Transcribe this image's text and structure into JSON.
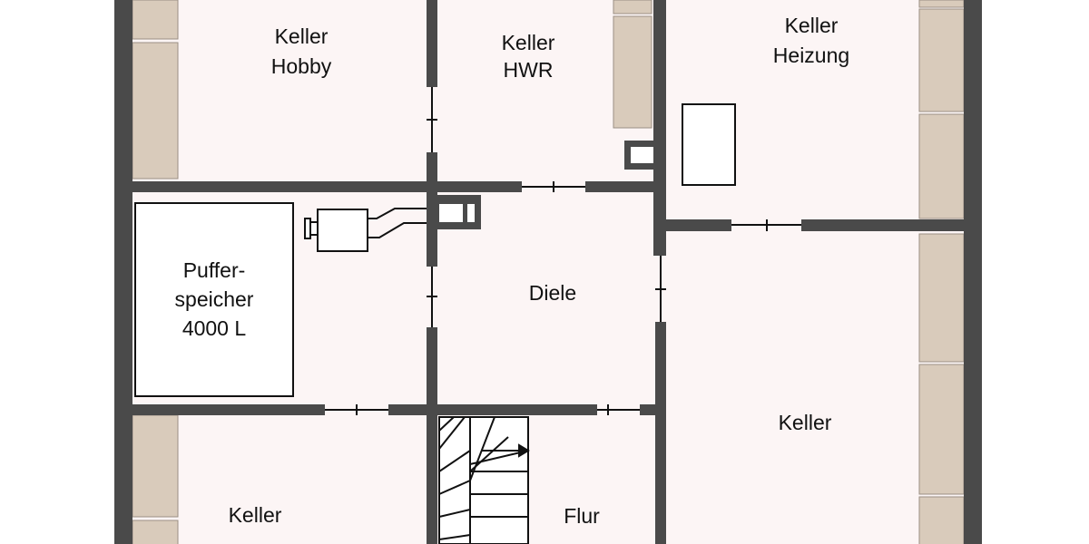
{
  "colors": {
    "wall": "#4a4a4a",
    "room_fill": "#fcf5f5",
    "shelf_fill": "#d9cbbb",
    "fixture_fill": "#ffffff"
  },
  "rooms": {
    "keller_hobby": {
      "line1": "Keller",
      "line2": "Hobby"
    },
    "keller_hwr": {
      "line1": "Keller",
      "line2": "HWR"
    },
    "keller_heizung": {
      "line1": "Keller",
      "line2": "Heizung"
    },
    "puffer": {
      "line1": "Puffer-",
      "line2": "speicher",
      "line3": "4000 L"
    },
    "diele": {
      "label": "Diele"
    },
    "keller_right": {
      "label": "Keller"
    },
    "keller_bottom_left": {
      "label": "Keller"
    },
    "flur": {
      "label": "Flur"
    }
  }
}
